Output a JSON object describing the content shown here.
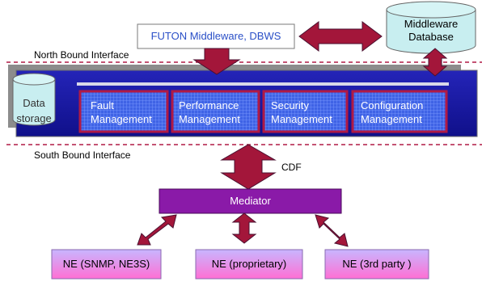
{
  "top": {
    "futon": "FUTON Middleware, DBWS",
    "middleware_db_line1": "Middleware",
    "middleware_db_line2": "Database"
  },
  "interfaces": {
    "north": "North Bound Interface",
    "south": "South Bound Interface"
  },
  "data_storage": {
    "line1": "Data",
    "line2": "storage"
  },
  "modules": [
    {
      "line1": "Fault",
      "line2": "Management"
    },
    {
      "line1": "Performance",
      "line2": "Management"
    },
    {
      "line1": "Security",
      "line2": "Management"
    },
    {
      "line1": "Configuration",
      "line2": "Management"
    }
  ],
  "cdf": "CDF",
  "mediator": "Mediator",
  "ne": [
    {
      "label": "NE (SNMP, NE3S)"
    },
    {
      "label": "NE (proprietary)"
    },
    {
      "label": "NE (3rd party )"
    }
  ],
  "colors": {
    "arrow": "#a3163a",
    "main_bar": "#1a1aa0",
    "module_fill": "#3a5ee0",
    "module_border": "#b01a45",
    "mediator": "#8a1aa8",
    "ne_top": "#c8b6ff",
    "ne_bottom": "#ff7ad8",
    "cylinder": "#c8eef0"
  }
}
